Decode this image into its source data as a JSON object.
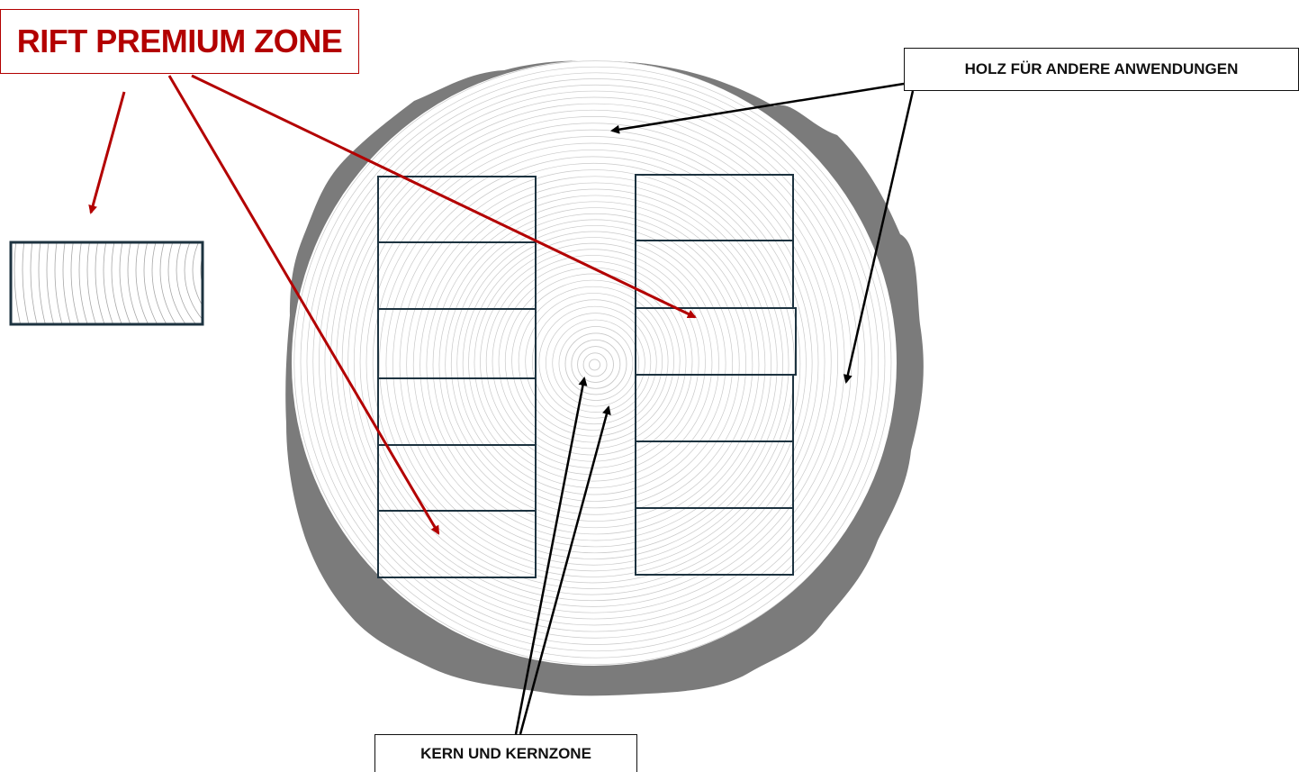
{
  "labels": {
    "rift": "RIFT PREMIUM ZONE",
    "holz": "HOLZ FÜR ANDERE ANWENDUNGEN",
    "kern": "KERN UND KERNZONE"
  },
  "colors": {
    "bark": "#7b7b7b",
    "wood": "#ffffff",
    "rings": "#c9c9c9",
    "boards": "#1d3340",
    "accent": "#b30000",
    "arrow": "#000000"
  },
  "diagram": {
    "board_columns": 2,
    "boards_per_column": 6,
    "detail_sample": "rift-board-sample"
  }
}
